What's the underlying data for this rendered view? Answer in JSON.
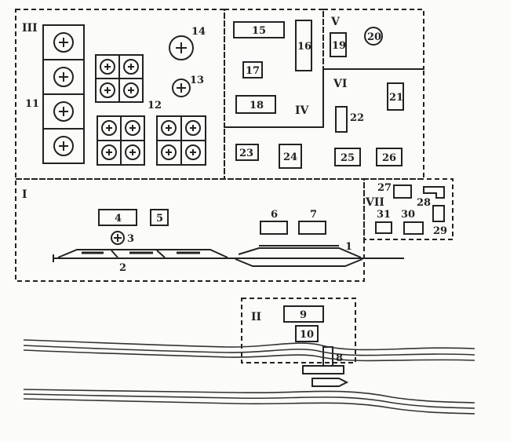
{
  "zones": {
    "I": "I",
    "II": "II",
    "III": "III",
    "IV": "IV",
    "V": "V",
    "VI": "VI",
    "VII": "VII"
  },
  "items": {
    "n1": "1",
    "n2": "2",
    "n3": "3",
    "n4": "4",
    "n5": "5",
    "n6": "6",
    "n7": "7",
    "n8": "8",
    "n9": "9",
    "n10": "10",
    "n11": "11",
    "n12": "12",
    "n13": "13",
    "n14": "14",
    "n15": "15",
    "n16": "16",
    "n17": "17",
    "n18": "18",
    "n19": "19",
    "n20": "20",
    "n21": "21",
    "n22": "22",
    "n23": "23",
    "n24": "24",
    "n25": "25",
    "n26": "26",
    "n27": "27",
    "n28": "28",
    "n29": "29",
    "n30": "30",
    "n31": "31"
  }
}
